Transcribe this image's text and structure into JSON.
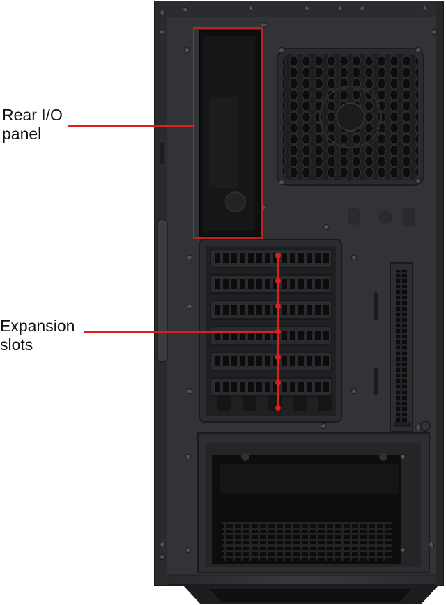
{
  "callouts": [
    {
      "line1": "Rear I/O",
      "line2": "panel"
    },
    {
      "line1": "Expansion",
      "line2": "slots"
    }
  ],
  "colors": {
    "callout": "#e01e1e",
    "chassis": "#2f3033",
    "chassis_dark": "#1c1d1f",
    "panel": "#3a3b3e",
    "background": "#ffffff"
  },
  "expansion_slot_count": 6
}
